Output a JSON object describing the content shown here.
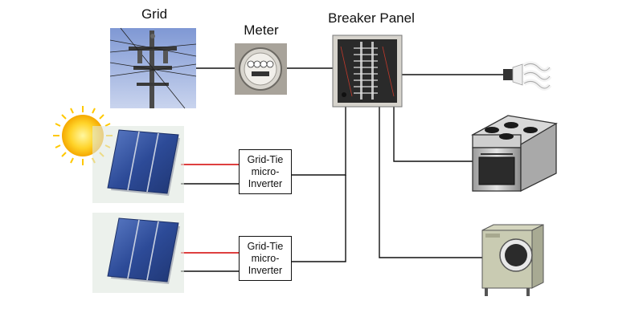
{
  "labels": {
    "grid": "Grid",
    "meter": "Meter",
    "breaker_panel": "Breaker Panel"
  },
  "inverters": [
    {
      "line1": "Grid-Tie",
      "line2": "micro-",
      "line3": "Inverter"
    },
    {
      "line1": "Grid-Tie",
      "line2": "micro-",
      "line3": "Inverter"
    }
  ],
  "colors": {
    "wire": "#111111",
    "positive_wire": "#d40000",
    "sky": "#8fa6d8",
    "solar_cell": "#2f4f9a",
    "sun": "#ffd42a"
  }
}
